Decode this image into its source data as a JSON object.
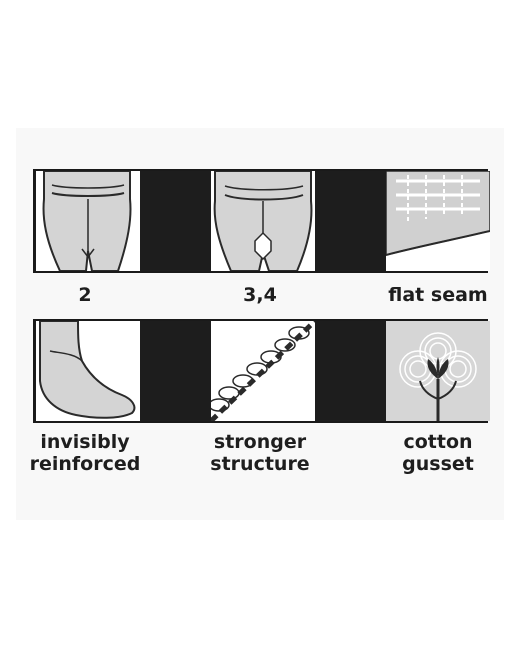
{
  "features": [
    {
      "icon": "hip-outline-size-2-icon",
      "lines": [
        "2"
      ]
    },
    {
      "icon": "hip-outline-size-3-4-icon",
      "lines": [
        "3,4"
      ]
    },
    {
      "icon": "flat-seam-icon",
      "lines": [
        "flat seam"
      ]
    },
    {
      "icon": "foot-reinforced-icon",
      "lines": [
        "invisibly",
        "reinforced"
      ]
    },
    {
      "icon": "knit-structure-icon",
      "lines": [
        "stronger",
        "structure"
      ]
    },
    {
      "icon": "cotton-flower-icon",
      "lines": [
        "cotton",
        "gusset"
      ]
    }
  ],
  "colors": {
    "frame": "#1d1d1d",
    "tile_fill": "#dcdcdc",
    "line_art": "#2a2a2a"
  }
}
